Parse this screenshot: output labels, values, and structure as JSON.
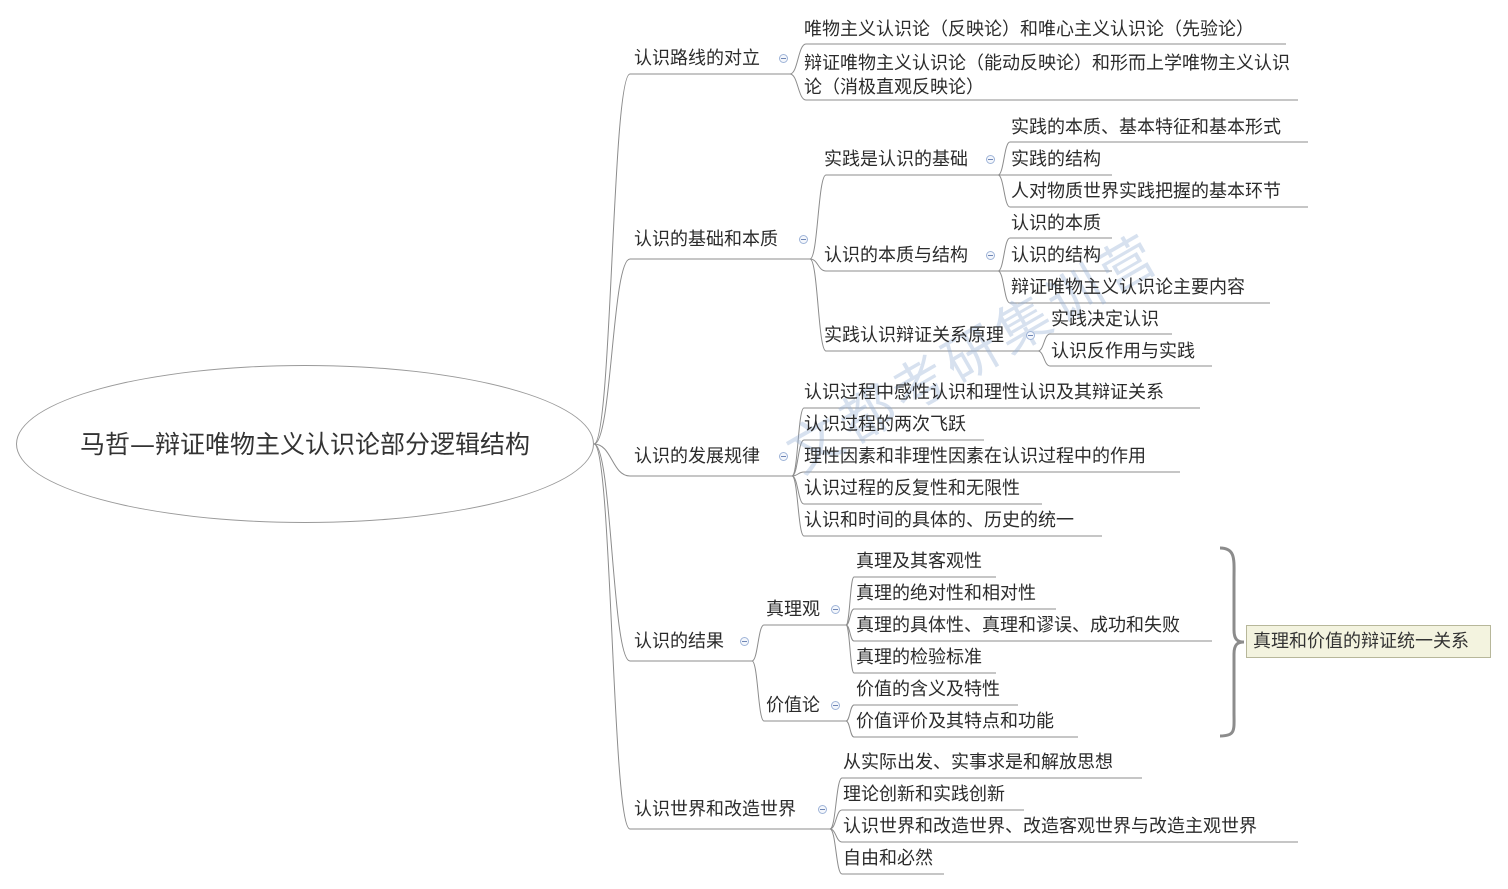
{
  "root": {
    "title": "马哲—辩证唯物主义认识论部分逻辑结构"
  },
  "watermark": "文都考研集训营",
  "summary": "真理和价值的辩证统一关系",
  "branches": [
    {
      "label": "认识路线的对立",
      "children": [
        {
          "label": "唯物主义认识论（反映论）和唯心主义认识论（先验论）"
        },
        {
          "label": "辩证唯物主义认识论（能动反映论）和形而上学唯物主义认识论（消极直观反映论）"
        }
      ]
    },
    {
      "label": "认识的基础和本质",
      "children": [
        {
          "label": "实践是认识的基础",
          "children": [
            "实践的本质、基本特征和基本形式",
            "实践的结构",
            "人对物质世界实践把握的基本环节"
          ]
        },
        {
          "label": "认识的本质与结构",
          "children": [
            "认识的本质",
            "认识的结构",
            "辩证唯物主义认识论主要内容"
          ]
        },
        {
          "label": "实践认识辩证关系原理",
          "children": [
            "实践决定认识",
            "认识反作用与实践"
          ]
        }
      ]
    },
    {
      "label": "认识的发展规律",
      "children": [
        {
          "label": "认识过程中感性认识和理性认识及其辩证关系"
        },
        {
          "label": "认识过程的两次飞跃"
        },
        {
          "label": "理性因素和非理性因素在认识过程中的作用"
        },
        {
          "label": "认识过程的反复性和无限性"
        },
        {
          "label": "认识和时间的具体的、历史的统一"
        }
      ]
    },
    {
      "label": "认识的结果",
      "children": [
        {
          "label": "真理观",
          "children": [
            "真理及其客观性",
            "真理的绝对性和相对性",
            "真理的具体性、真理和谬误、成功和失败",
            "真理的检验标准"
          ]
        },
        {
          "label": "价值论",
          "children": [
            "价值的含义及特性",
            "价值评价及其特点和功能"
          ]
        }
      ]
    },
    {
      "label": "认识世界和改造世界",
      "children": [
        {
          "label": "从实际出发、实事求是和解放思想"
        },
        {
          "label": "理论创新和实践创新"
        },
        {
          "label": "认识世界和改造世界、改造客观世界与改造主观世界"
        },
        {
          "label": "自由和必然"
        }
      ]
    }
  ]
}
